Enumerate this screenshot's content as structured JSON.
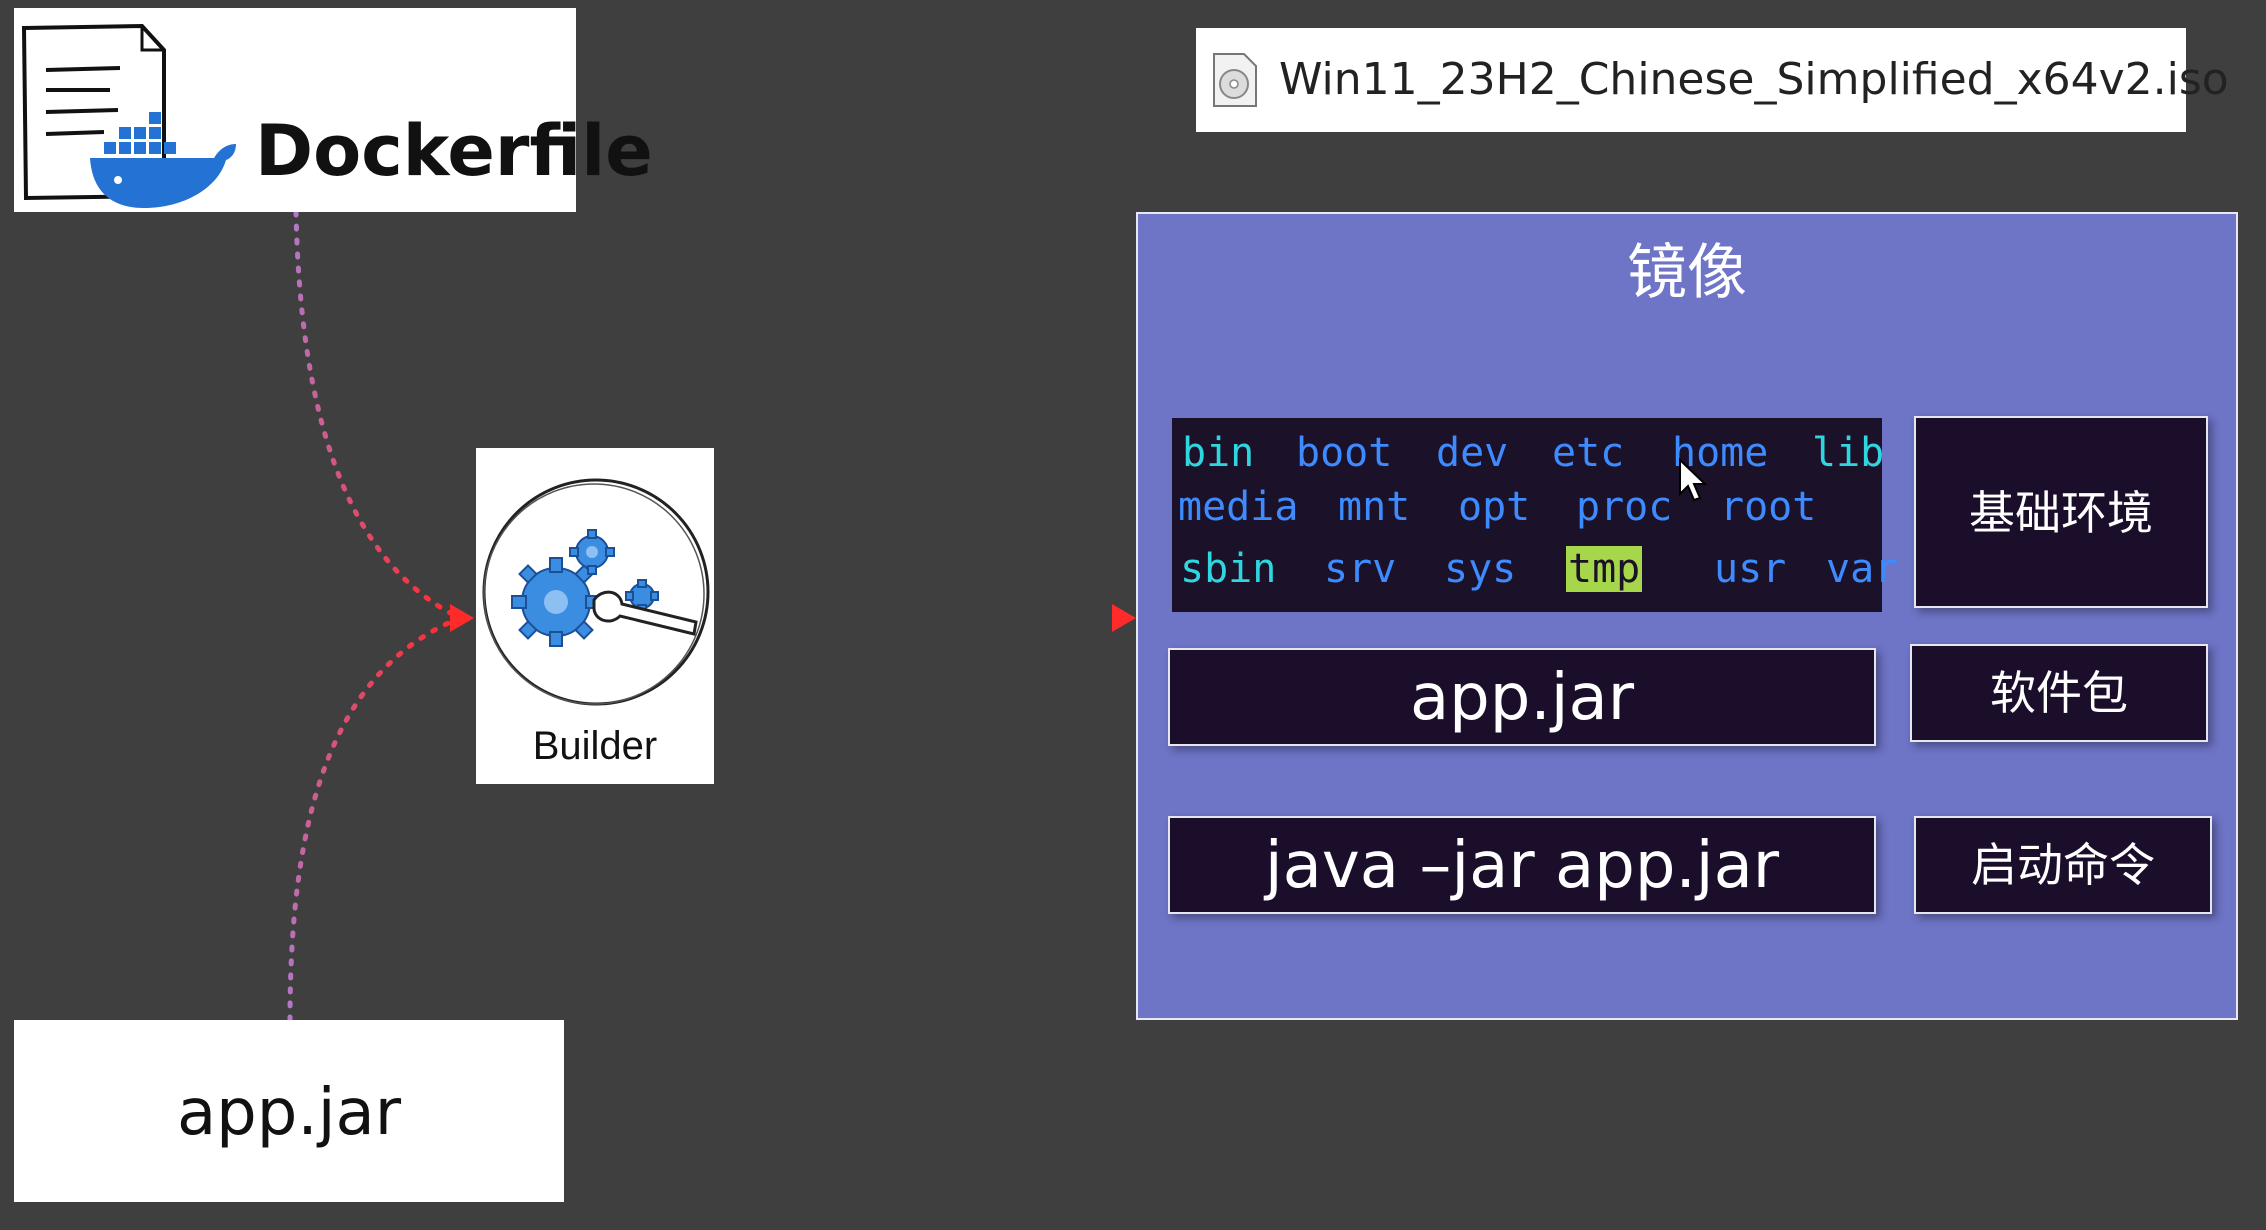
{
  "dockerfile": {
    "label": "Dockerfile"
  },
  "builder": {
    "label": "Builder"
  },
  "source_jar": {
    "label": "app.jar"
  },
  "iso": {
    "filename": "Win11_23H2_Chinese_Simplified_x64v2.iso"
  },
  "image_panel": {
    "title": "镜像",
    "directories": {
      "row1": [
        "bin",
        "boot",
        "dev",
        "etc",
        "home",
        "lib"
      ],
      "row2": [
        "media",
        "mnt",
        "opt",
        "proc",
        "root"
      ],
      "row3": [
        "sbin",
        "srv",
        "sys",
        "tmp",
        "usr",
        "var"
      ]
    },
    "base_env_label": "基础环境",
    "package_label": "软件包",
    "start_cmd_label": "启动命令",
    "app_jar_label": "app.jar",
    "java_cmd_label": "java –jar app.jar"
  },
  "colors": {
    "background": "#3f3f3f",
    "panel": "#6e74c6",
    "dark_block": "#1a0e2a",
    "dir_blue": "#3d8bff",
    "dir_cyan": "#2fd6e0",
    "tmp_highlight": "#a6d64a",
    "arrow_red": "#ff2a2a",
    "arrow_purple": "#b07ac8"
  }
}
